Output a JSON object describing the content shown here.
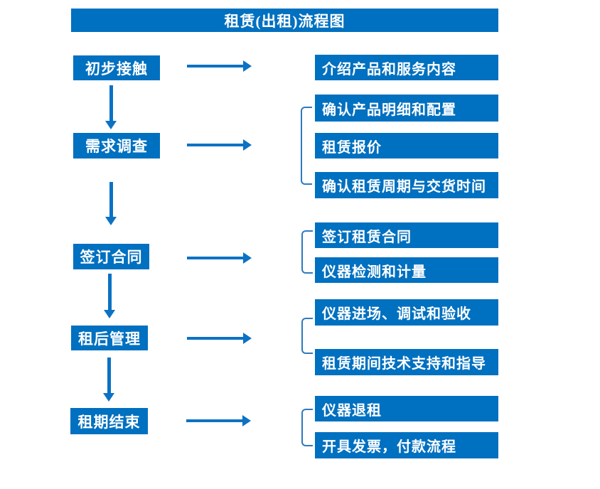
{
  "title": "租赁(出租)流程图",
  "colors": {
    "box_fill": "#0070c0",
    "arrow": "#0b72c4",
    "bracket": "#2e79c0",
    "text": "#ffffff",
    "background": "#ffffff"
  },
  "steps": [
    {
      "label": "初步接触",
      "details": [
        "介绍产品和服务内容"
      ]
    },
    {
      "label": "需求调查",
      "details": [
        "确认产品明细和配置",
        "租赁报价",
        "确认租赁周期与交货时间"
      ]
    },
    {
      "label": "签订合同",
      "details": [
        "签订租赁合同",
        "仪器检测和计量"
      ]
    },
    {
      "label": "租后管理",
      "details": [
        "仪器进场、调试和验收",
        "租赁期间技术支持和指导"
      ]
    },
    {
      "label": "租期结束",
      "details": [
        "仪器退租",
        "开具发票，付款流程"
      ]
    }
  ]
}
